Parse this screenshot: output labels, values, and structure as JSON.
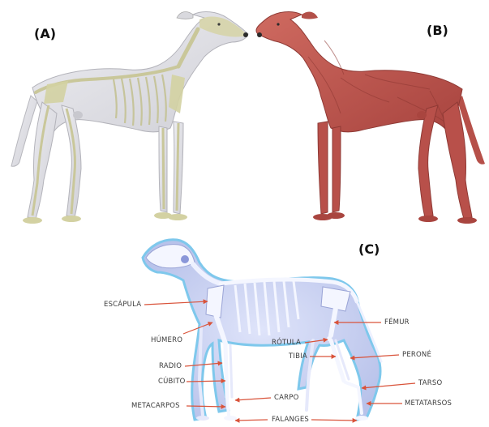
{
  "panels": {
    "a": {
      "label": "(A)"
    },
    "b": {
      "label": "(B)"
    },
    "c": {
      "label": "(C)"
    }
  },
  "labels": {
    "escapula": "ESCÁPULA",
    "humero": "HÚMERO",
    "radio": "RADIO",
    "cubito": "CÚBITO",
    "metacarpos": "METACARPOS",
    "carpo": "CARPO",
    "falanges": "FALANGES",
    "femur": "FÉMUR",
    "rotula": "RÓTULA",
    "tibia": "TIBIA",
    "perone": "PERONÉ",
    "tarso": "TARSO",
    "metatarsos": "METATARSOS"
  },
  "colors": {
    "arrow": "#d9533a",
    "skeleton_dog_skin": "#e4e3e8",
    "skeleton_bone": "#c9c79a",
    "muscle_dog": "#c2564f",
    "xray_outline": "#7ec8ec",
    "xray_body": "#cdd5f2",
    "xray_bone": "#f4f6ff"
  }
}
